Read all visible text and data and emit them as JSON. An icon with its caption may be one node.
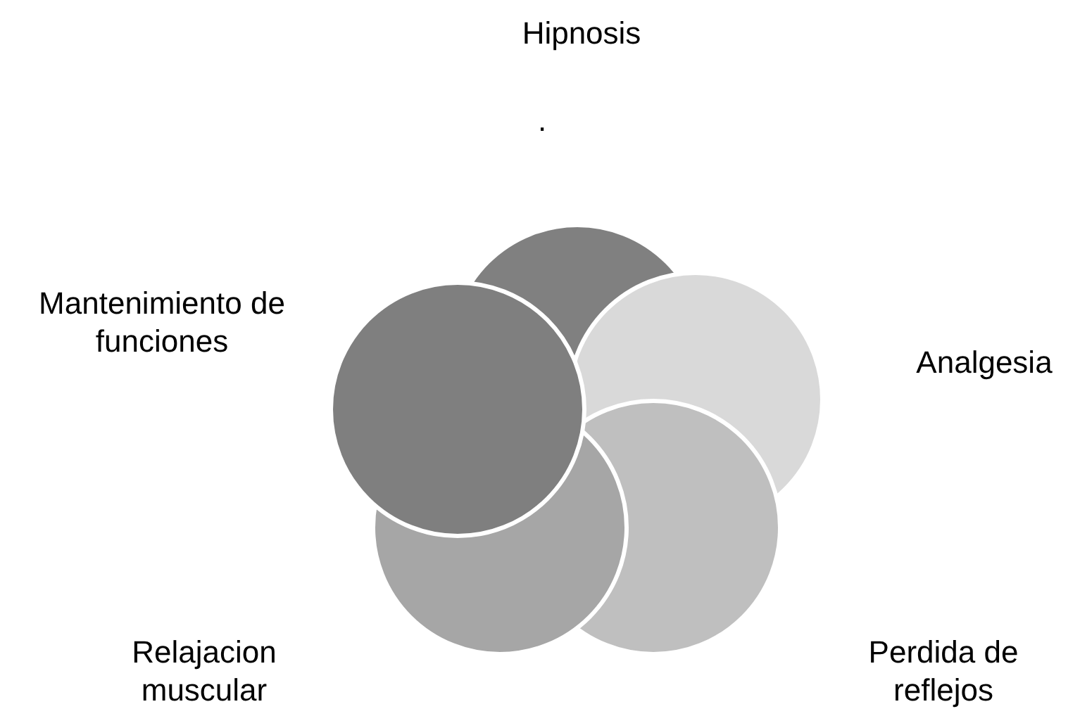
{
  "diagram": {
    "labels": [
      "Hipnosis",
      ".",
      "Mantenimiento de funciones",
      "Analgesia",
      "Relajacion muscular",
      "Perdida de reflejos"
    ]
  }
}
